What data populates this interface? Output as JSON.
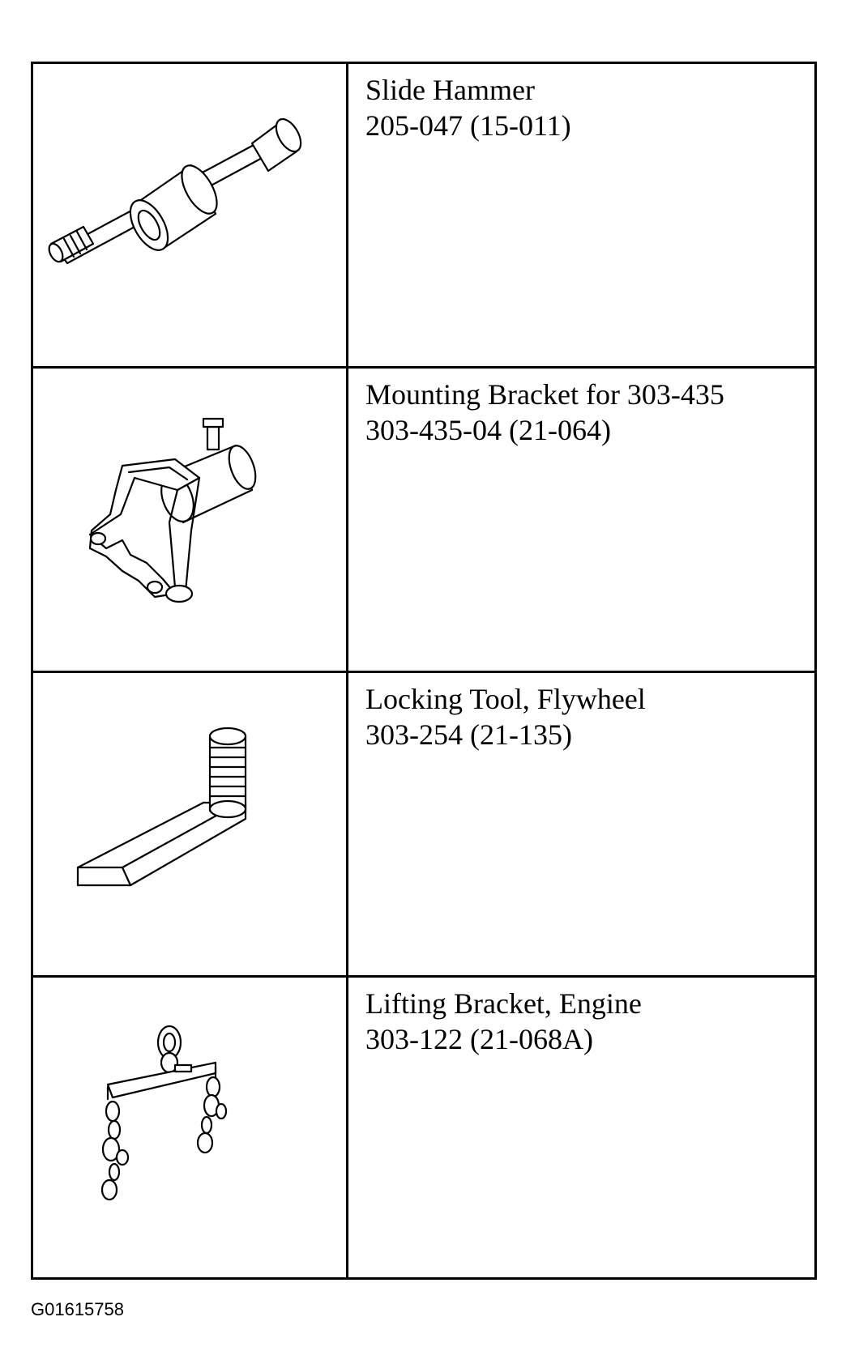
{
  "tools": [
    {
      "name": "Slide Hammer",
      "number": "205-047 (15-011)",
      "icon": "slide-hammer-illustration"
    },
    {
      "name": "Mounting Bracket for 303-435",
      "number": "303-435-04 (21-064)",
      "icon": "mounting-bracket-illustration"
    },
    {
      "name": "Locking Tool, Flywheel",
      "number": "303-254 (21-135)",
      "icon": "flywheel-locking-tool-illustration"
    },
    {
      "name": "Lifting Bracket, Engine",
      "number": "303-122 (21-068A)",
      "icon": "engine-lifting-bracket-illustration"
    }
  ],
  "figure_code": "G01615758"
}
